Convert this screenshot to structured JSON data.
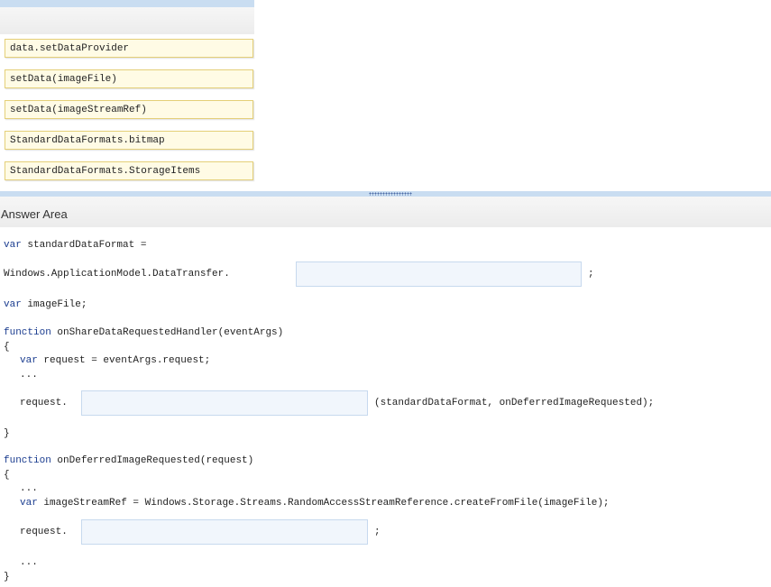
{
  "choices": [
    {
      "label": "data.setDataProvider"
    },
    {
      "label": "setData(imageFile)"
    },
    {
      "label": "setData(imageStreamRef)"
    },
    {
      "label": "StandardDataFormats.bitmap"
    },
    {
      "label": "StandardDataFormats.StorageItems"
    }
  ],
  "answer_area": {
    "title": "Answer Area"
  },
  "code": {
    "l1_kw": "var",
    "l1_rest": " standardDataFormat =",
    "l2_prefix": "Windows.ApplicationModel.DataTransfer.",
    "l2_suffix": ";",
    "l3_kw": "var",
    "l3_rest": " imageFile;",
    "l4_kw": "function",
    "l4_rest": " onShareDataRequestedHandler(eventArgs)",
    "l5": "{",
    "l6_kw": "var",
    "l6_rest": " request = eventArgs.request;",
    "l7": "...",
    "l8_prefix": "request.",
    "l8_suffix": "(standardDataFormat, onDeferredImageRequested);",
    "l9": "}",
    "l10_kw": "function",
    "l10_rest": " onDeferredImageRequested(request)",
    "l11": "{",
    "l12": "...",
    "l13_kw": "var",
    "l13_rest": " imageStreamRef = Windows.Storage.Streams.RandomAccessStreamReference.createFromFile(imageFile);",
    "l14_prefix": "request.",
    "l14_suffix": ";",
    "l15": "...",
    "l16": "}"
  }
}
